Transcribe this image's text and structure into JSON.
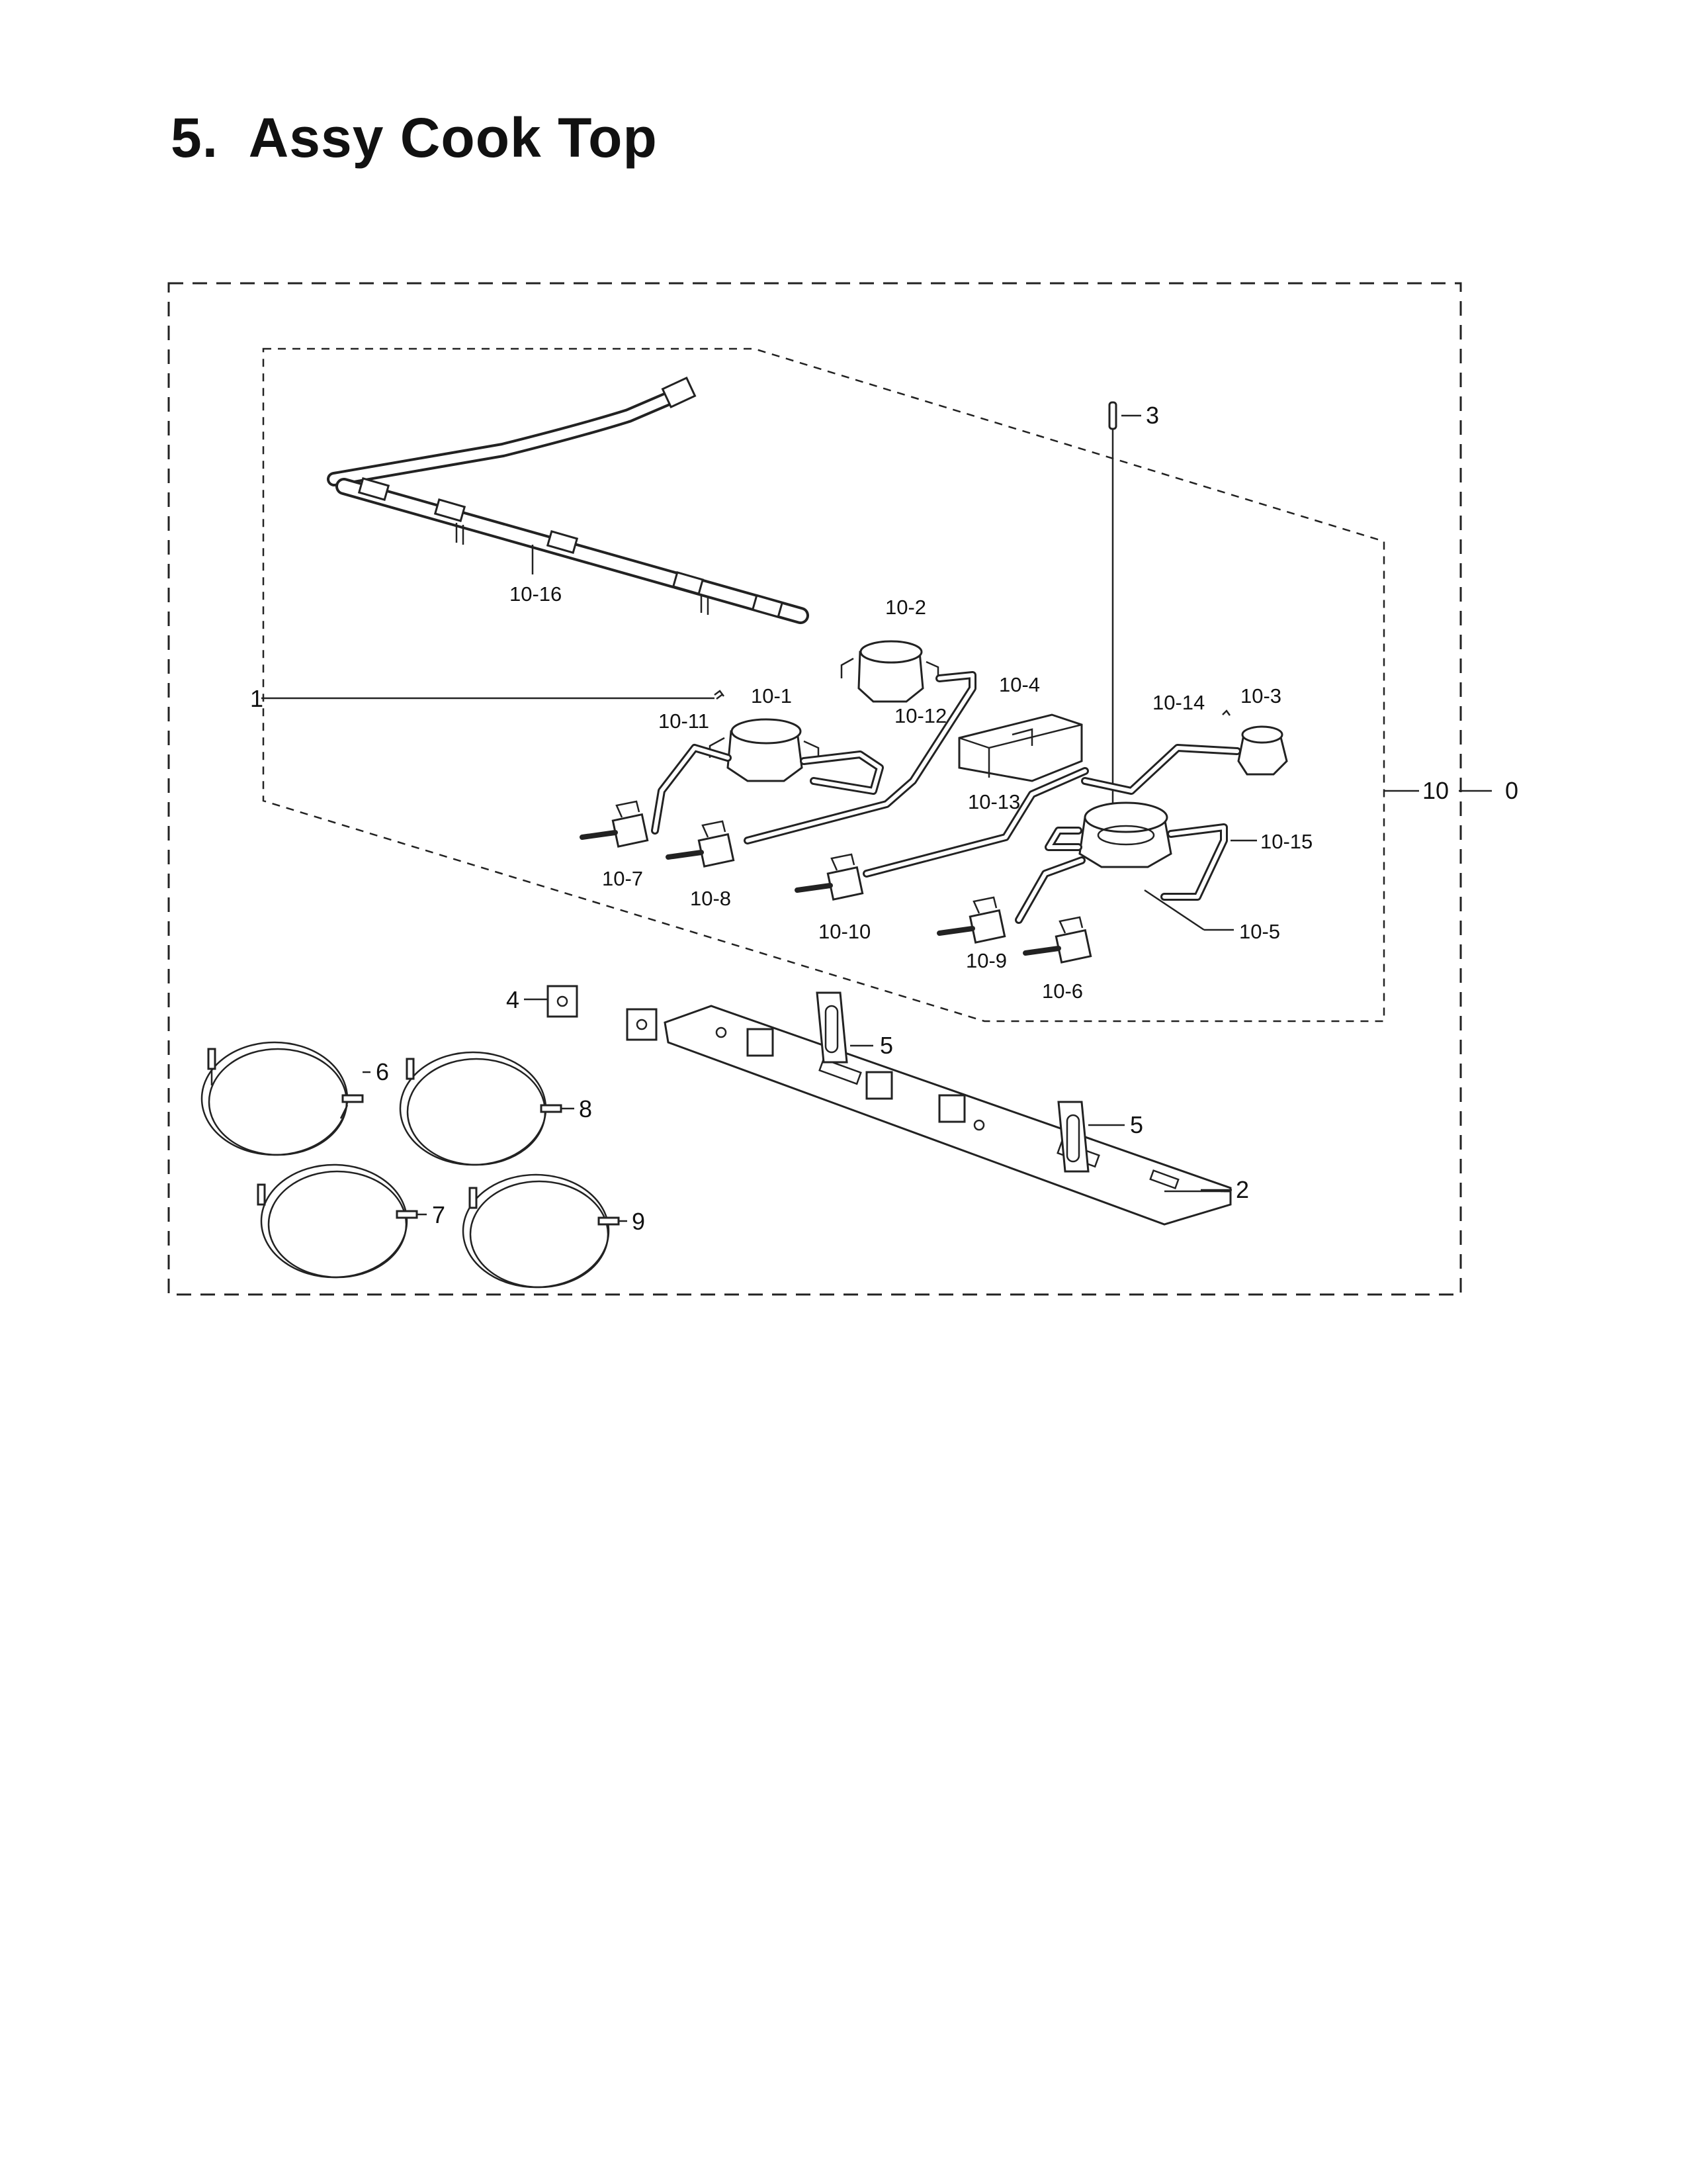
{
  "page": {
    "title": "5.  Assy Cook Top"
  },
  "labels": {
    "l_0": "0",
    "l_1": "1",
    "l_2": "2",
    "l_3": "3",
    "l_4": "4",
    "l_5a": "5",
    "l_5b": "5",
    "l_6": "6",
    "l_7": "7",
    "l_8": "8",
    "l_9": "9",
    "l_10": "10",
    "l_10_1": "10-1",
    "l_10_2": "10-2",
    "l_10_3": "10-3",
    "l_10_4": "10-4",
    "l_10_5": "10-5",
    "l_10_6": "10-6",
    "l_10_7": "10-7",
    "l_10_8": "10-8",
    "l_10_9": "10-9",
    "l_10_10": "10-10",
    "l_10_11": "10-11",
    "l_10_12": "10-12",
    "l_10_13": "10-13",
    "l_10_14": "10-14",
    "l_10_15": "10-15",
    "l_10_16": "10-16"
  }
}
